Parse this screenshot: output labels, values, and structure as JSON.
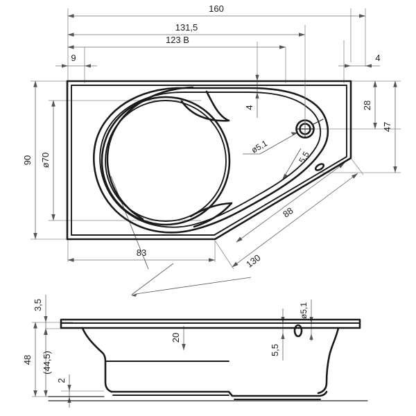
{
  "drawing": {
    "title": "Asymmetric bathtub technical drawing",
    "units": "cm",
    "line_color": "#1a1a1a",
    "dimension_color": "#6b6b6b",
    "background": "#ffffff"
  },
  "plan_view": {
    "name": "top-plan-view",
    "dimensions": {
      "overall_length": "160",
      "length_131_5": "131,5",
      "length_123_b": "123  B",
      "offset_left_9": "9",
      "offset_right_4": "4",
      "inner_offset_4": "4",
      "overall_width": "90",
      "basin_diameter": "ø70",
      "right_edge_28": "28",
      "right_edge_47": "47",
      "bottom_83": "83",
      "diagonal_130": "130",
      "diagonal_88": "88",
      "drain_diameter": "ø5,1",
      "overflow_5_5": "5,5"
    }
  },
  "section_view": {
    "name": "front-section-view",
    "dimensions": {
      "rim_thickness": "3,5",
      "total_height": "48",
      "inner_height": "(44,5)",
      "foot_clearance": "2",
      "water_depth": "20",
      "overflow_height": "5,5",
      "drain_diameter": "ø5,1"
    }
  }
}
